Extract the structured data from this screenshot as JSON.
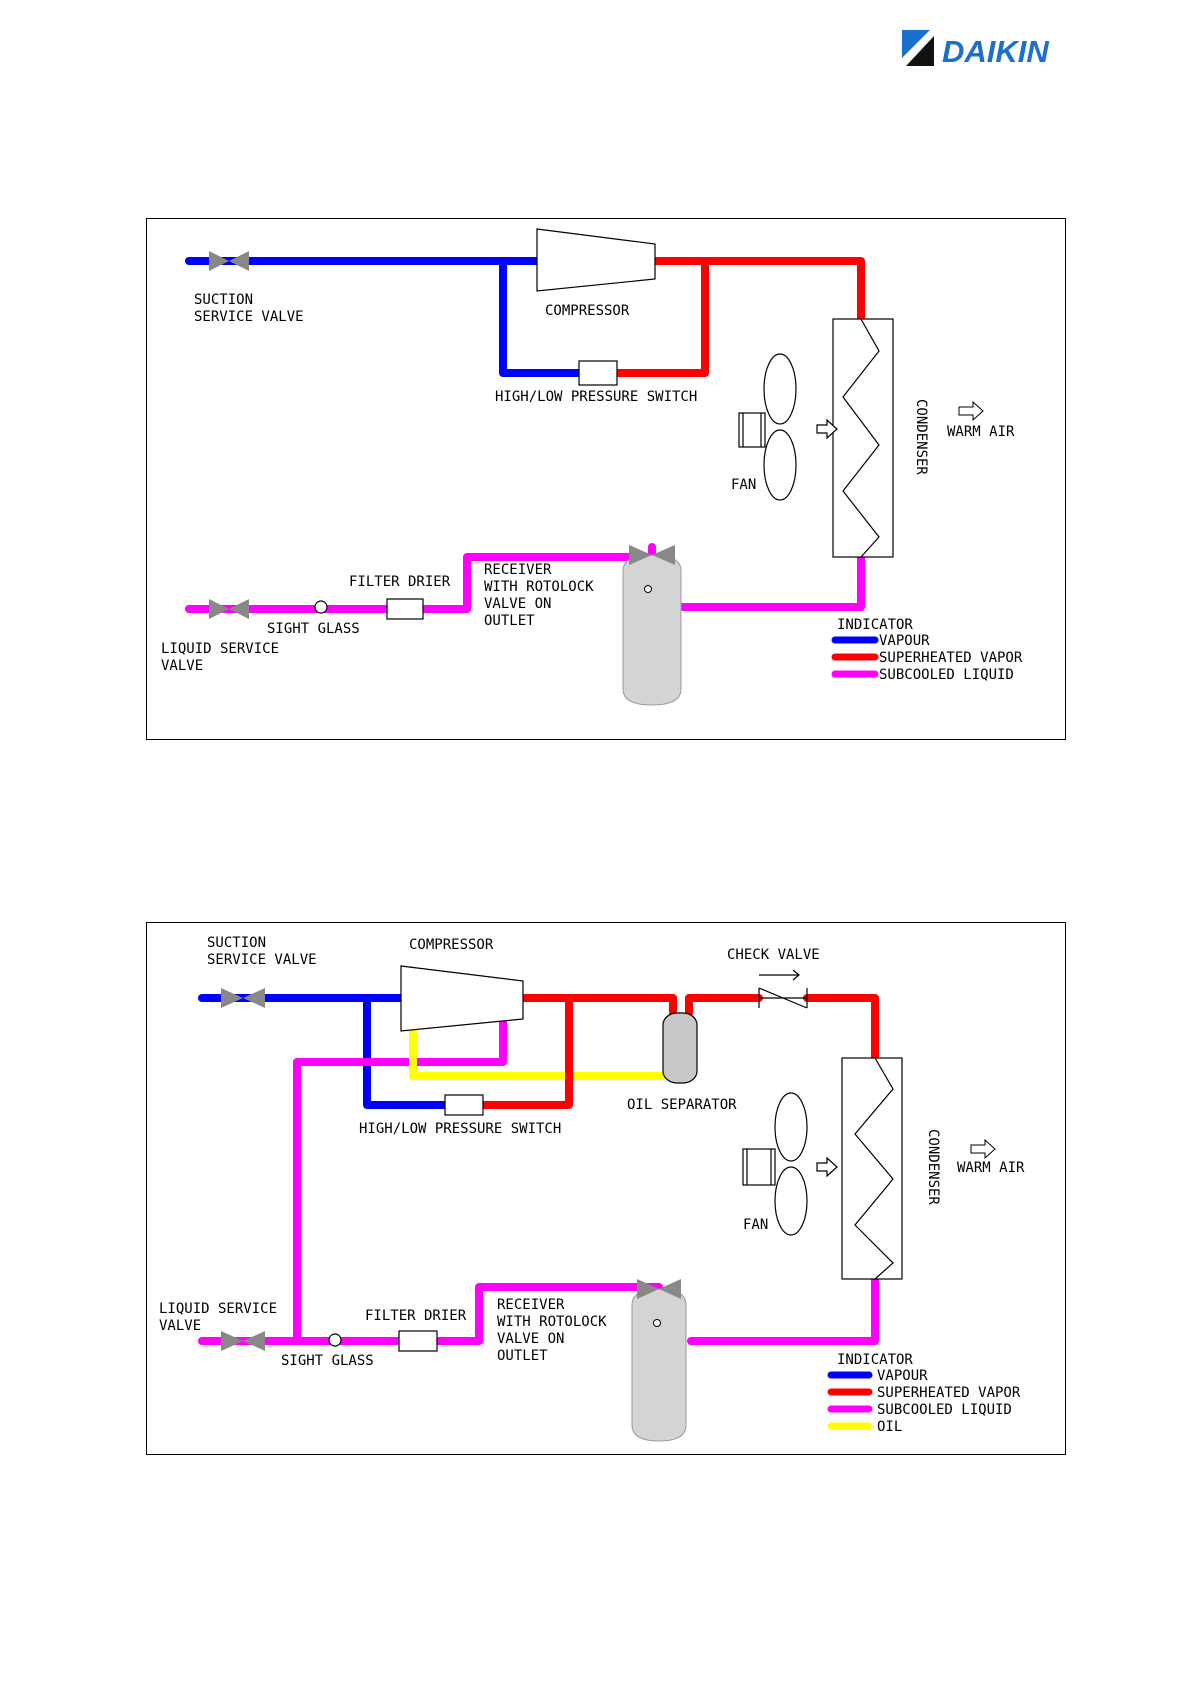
{
  "brand": {
    "name": "DAIKIN",
    "color": "#1a6fcf"
  },
  "colors": {
    "vapour": "#0000ff",
    "superheated": "#ff0000",
    "liquid": "#ff00ff",
    "oil": "#ffff00",
    "valve": "#888888",
    "receiver": "#d4d4d4"
  },
  "diagram1": {
    "labels": {
      "suction1": "SUCTION",
      "suction2": "SERVICE VALVE",
      "compressor": "COMPRESSOR",
      "switch": "HIGH/LOW PRESSURE SWITCH",
      "condenser": "CONDENSER",
      "warm_air": "WARM AIR",
      "fan": "FAN",
      "filter": "FILTER DRIER",
      "sight": "SIGHT GLASS",
      "liquid1": "LIQUID SERVICE",
      "liquid2": "VALVE",
      "receiver1": "RECEIVER",
      "receiver2": "WITH ROTOLOCK",
      "receiver3": "VALVE ON",
      "receiver4": "OUTLET"
    },
    "legend": {
      "title": "INDICATOR",
      "items": [
        "VAPOUR",
        "SUPERHEATED VAPOR",
        "SUBCOOLED LIQUID"
      ]
    }
  },
  "diagram2": {
    "labels": {
      "suction1": "SUCTION",
      "suction2": "SERVICE VALVE",
      "compressor": "COMPRESSOR",
      "check_valve": "CHECK VALVE",
      "oil_separator": "OIL SEPARATOR",
      "switch": "HIGH/LOW PRESSURE SWITCH",
      "condenser": "CONDENSER",
      "warm_air": "WARM AIR",
      "fan": "FAN",
      "filter": "FILTER DRIER",
      "sight": "SIGHT GLASS",
      "liquid1": "LIQUID SERVICE",
      "liquid2": "VALVE",
      "receiver1": "RECEIVER",
      "receiver2": "WITH ROTOLOCK",
      "receiver3": "VALVE ON",
      "receiver4": "OUTLET"
    },
    "legend": {
      "title": "INDICATOR",
      "items": [
        "VAPOUR",
        "SUPERHEATED VAPOR",
        "SUBCOOLED LIQUID",
        "OIL"
      ]
    }
  }
}
